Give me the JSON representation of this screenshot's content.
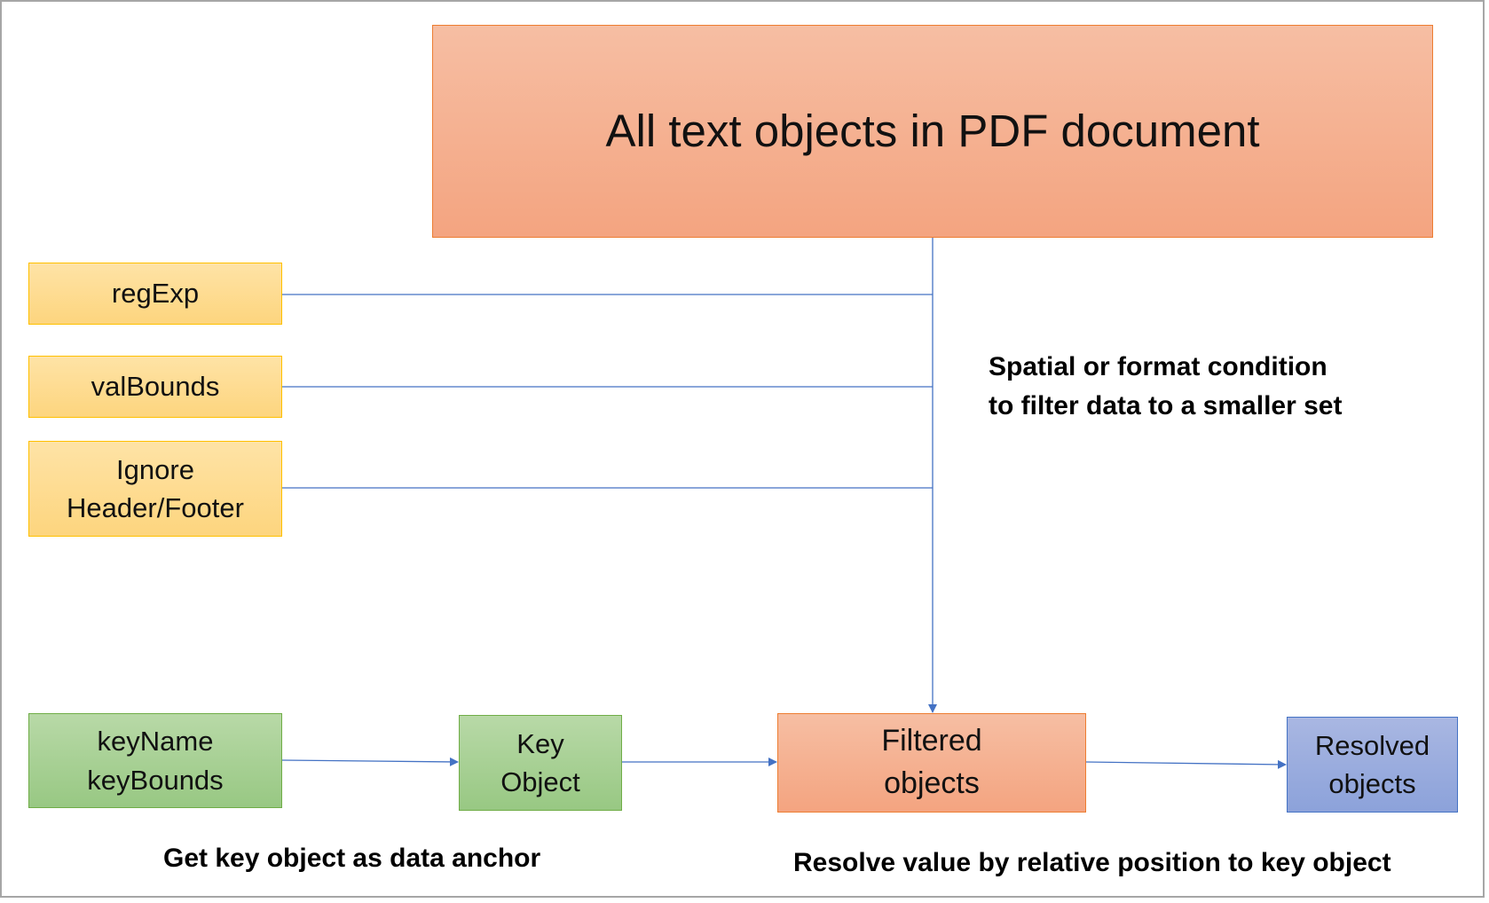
{
  "title_box": "All text objects in PDF document",
  "filters": [
    {
      "label": "regExp"
    },
    {
      "label": "valBounds"
    },
    {
      "label": "Ignore\nHeader/Footer"
    }
  ],
  "filter_note": "Spatial or format condition\nto filter data to a smaller set",
  "key_input": "keyName\nkeyBounds",
  "key_object": "Key\nObject",
  "filtered": "Filtered\nobjects",
  "resolved": "Resolved\nobjects",
  "key_note": "Get key object as data anchor",
  "resolve_note": "Resolve value by relative position to key object",
  "colors": {
    "line": "#4472c4",
    "orange_border": "#ed7d31",
    "yellow_border": "#ffc000",
    "green_border": "#70ad47",
    "blue_border": "#4472c4"
  }
}
